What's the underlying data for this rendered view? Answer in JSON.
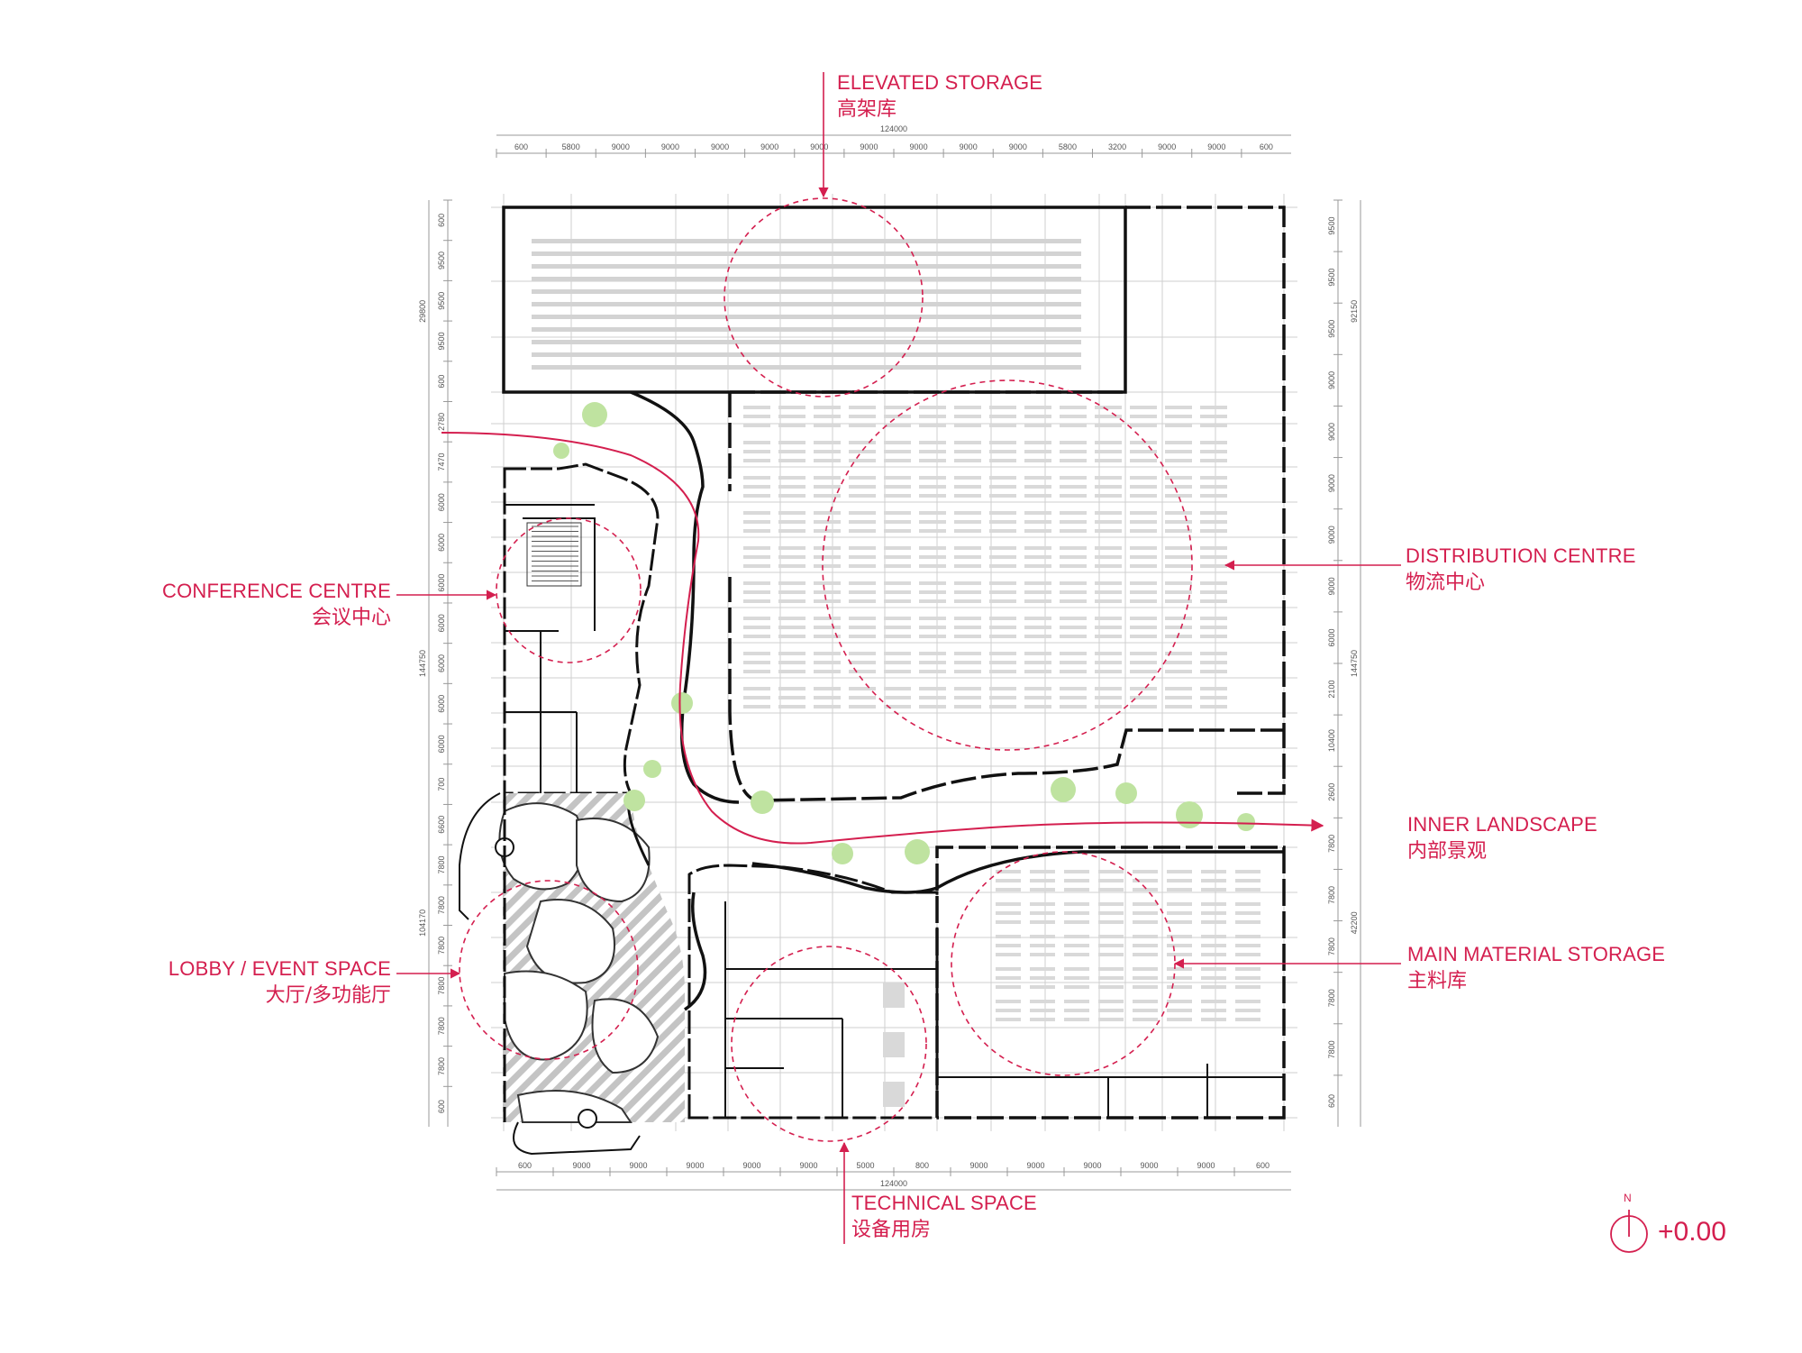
{
  "labels": {
    "elevated_storage": {
      "en": "ELEVATED STORAGE",
      "zh": "高架库"
    },
    "distribution_centre": {
      "en": "DISTRIBUTION CENTRE",
      "zh": "物流中心"
    },
    "conference_centre": {
      "en": "CONFERENCE CENTRE",
      "zh": "会议中心"
    },
    "inner_landscape": {
      "en": "INNER LANDSCAPE",
      "zh": "内部景观"
    },
    "main_material_storage": {
      "en": "MAIN MATERIAL STORAGE",
      "zh": "主料库"
    },
    "lobby_event_space": {
      "en": "LOBBY / EVENT SPACE",
      "zh": "大厅/多功能厅"
    },
    "technical_space": {
      "en": "TECHNICAL SPACE",
      "zh": "设备用房"
    }
  },
  "dimensions": {
    "top_total": "124000",
    "top_segments": [
      "600",
      "5800",
      "9000",
      "9000",
      "9000",
      "9000",
      "9000",
      "9000",
      "9000",
      "9000",
      "9000",
      "5800",
      "3200",
      "9000",
      "9000",
      "600"
    ],
    "bottom_total": "124000",
    "bottom_segments": [
      "600",
      "9000",
      "9000",
      "9000",
      "9000",
      "9000",
      "5000",
      "800",
      "9000",
      "9000",
      "9000",
      "9000",
      "9000",
      "600"
    ],
    "left_segments": [
      "600",
      "9500",
      "9500",
      "9500",
      "600",
      "2780",
      "7470",
      "6000",
      "6000",
      "6000",
      "6000",
      "6000",
      "6000",
      "6000",
      "700",
      "6600",
      "7800",
      "7800",
      "7800",
      "7800",
      "7800",
      "7800",
      "600"
    ],
    "left_totals": [
      "29800",
      "144750",
      "104170"
    ],
    "right_segments": [
      "9500",
      "9500",
      "9500",
      "9000",
      "9000",
      "9000",
      "9000",
      "9000",
      "6000",
      "2100",
      "10400",
      "2600",
      "7800",
      "7800",
      "7800",
      "7800",
      "7800",
      "600"
    ],
    "right_totals": [
      "92150",
      "144750",
      "42200"
    ]
  },
  "north_label": "N",
  "level": "+0.00",
  "colors": {
    "accent": "#d41f4f",
    "wall": "#111111",
    "hatch": "#bdbdbd",
    "tree": "#bfe3a0",
    "rack": "#d9d9d9"
  }
}
